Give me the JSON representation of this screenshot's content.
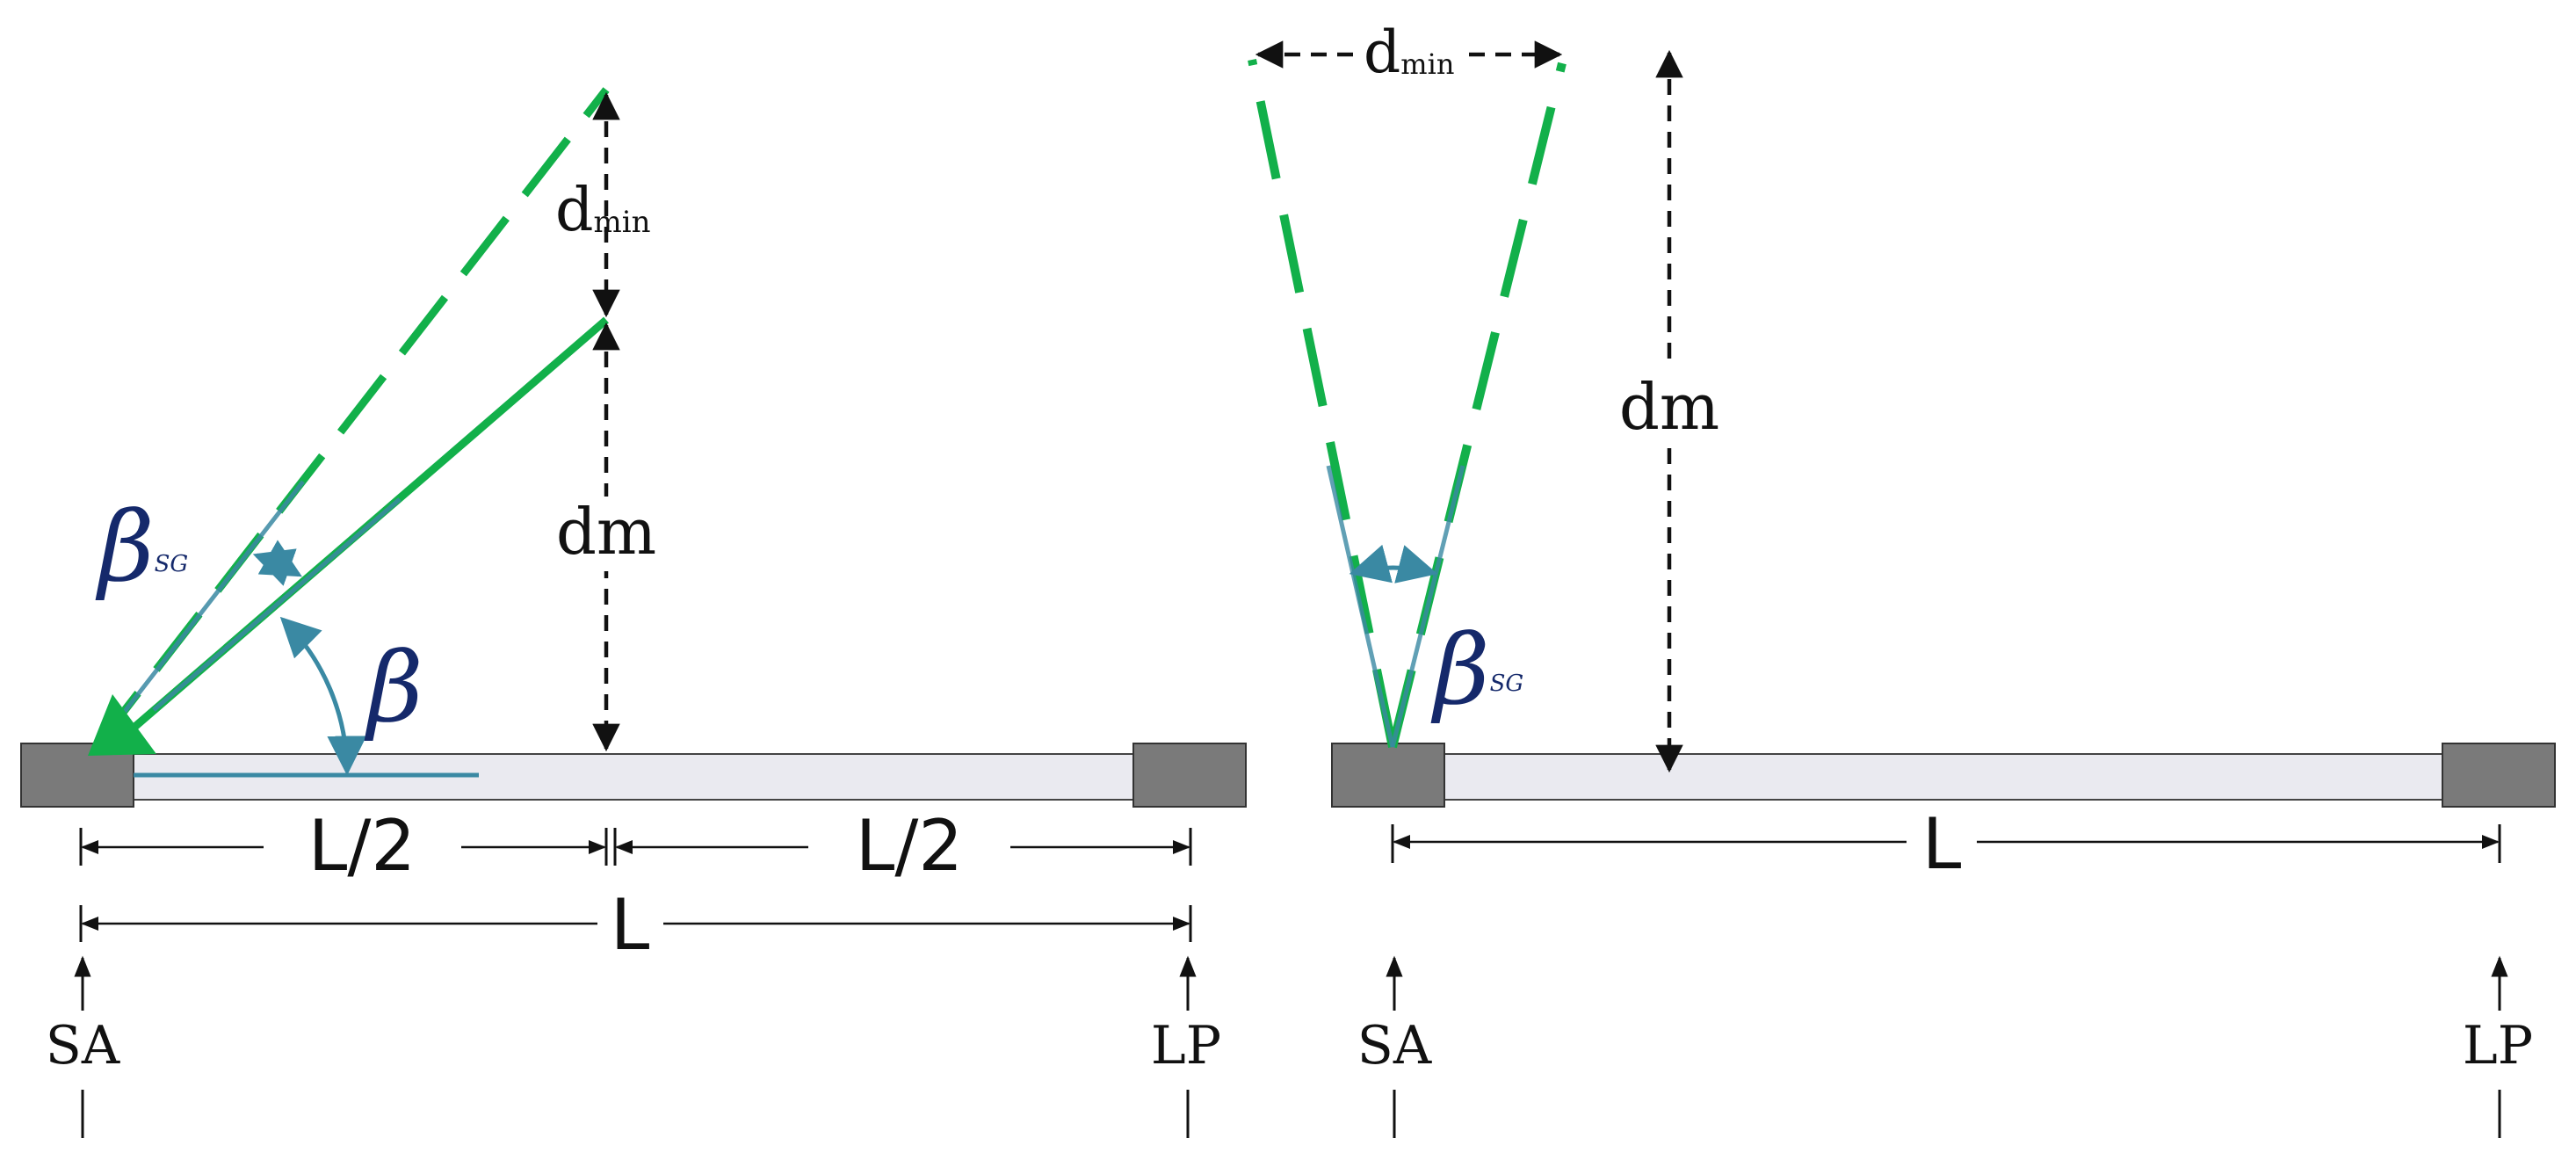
{
  "colors": {
    "green": "#12b04a",
    "teal": "#3a89a3",
    "navy": "#15296b",
    "block": "#7a7a7a",
    "beam": "#eaeaf0",
    "ink": "#111111"
  },
  "left_panel": {
    "dmin_main": "d",
    "dmin_sub": "min",
    "dm": "dm",
    "beta_sg_symbol": "β",
    "beta_sg_sub": "SG",
    "beta": "β",
    "half_left": "L/2",
    "half_right": "L/2",
    "length": "L",
    "sa": "SA",
    "lp": "LP"
  },
  "right_panel": {
    "dmin_main": "d",
    "dmin_sub": "min",
    "dm": "dm",
    "beta_sg_symbol": "β",
    "beta_sg_sub": "SG",
    "length": "L",
    "sa": "SA",
    "lp": "LP"
  }
}
